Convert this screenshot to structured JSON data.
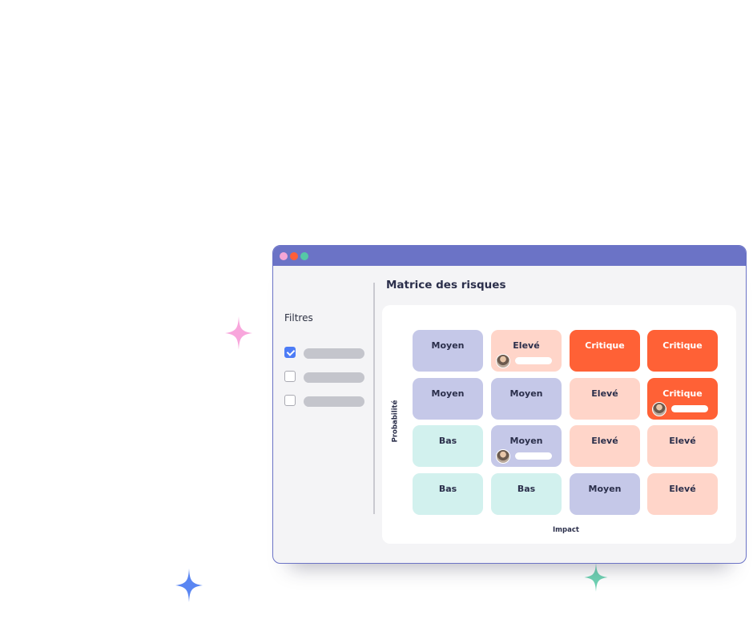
{
  "window": {
    "dots": [
      {
        "name": "dot-pink",
        "color": "#f4a6d6"
      },
      {
        "name": "dot-red",
        "color": "#ff5e3a"
      },
      {
        "name": "dot-green",
        "color": "#55c9a6"
      }
    ]
  },
  "sidebar": {
    "title": "Filtres",
    "filters": [
      {
        "checked": true
      },
      {
        "checked": false
      },
      {
        "checked": false
      }
    ]
  },
  "matrix": {
    "title": "Matrice des risques",
    "y_axis_label": "Probabilité",
    "x_axis_label": "Impact",
    "level_colors": {
      "Moyen": {
        "bg": "#c5c8e8",
        "fg": "#2b2f4b"
      },
      "Elevé": {
        "bg": "#ffd5c9",
        "fg": "#2b2f4b"
      },
      "Critique": {
        "bg": "#ff6136",
        "fg": "#ffffff"
      },
      "Bas": {
        "bg": "#d2f1ee",
        "fg": "#2b2f4b"
      }
    },
    "rows": [
      [
        {
          "label": "Moyen"
        },
        {
          "label": "Elevé",
          "assignee": true
        },
        {
          "label": "Critique"
        },
        {
          "label": "Critique"
        }
      ],
      [
        {
          "label": "Moyen"
        },
        {
          "label": "Moyen"
        },
        {
          "label": "Elevé"
        },
        {
          "label": "Critique",
          "assignee": true
        }
      ],
      [
        {
          "label": "Bas"
        },
        {
          "label": "Moyen",
          "assignee": true
        },
        {
          "label": "Elevé"
        },
        {
          "label": "Elevé"
        }
      ],
      [
        {
          "label": "Bas"
        },
        {
          "label": "Bas"
        },
        {
          "label": "Moyen"
        },
        {
          "label": "Elevé"
        }
      ]
    ]
  },
  "decorations": {
    "sparkle_colors": [
      "#f8a6dc",
      "#5a86f2",
      "#6fd2b3"
    ]
  }
}
